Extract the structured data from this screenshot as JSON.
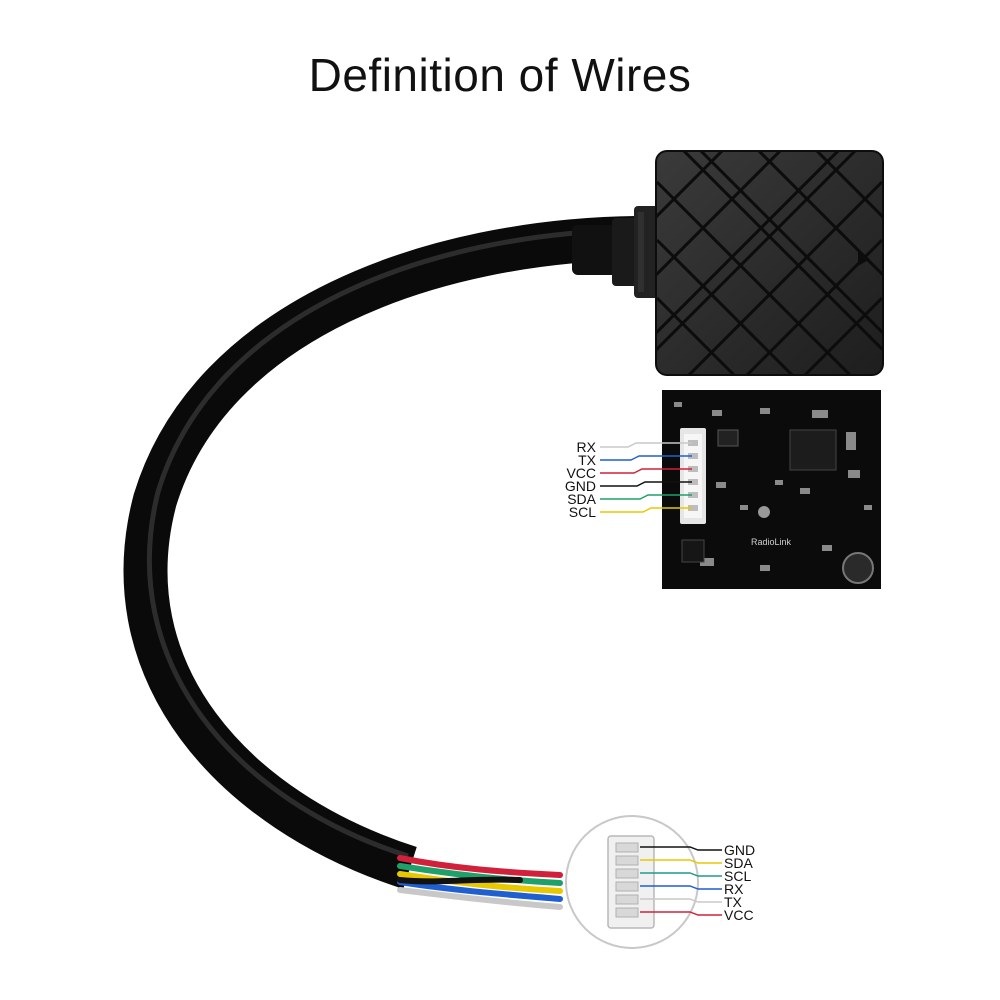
{
  "title": "Definition of Wires",
  "pcb": {
    "brand_text": "RadioLink",
    "pins": [
      {
        "name": "RX",
        "color": "#c8c8c8"
      },
      {
        "name": "TX",
        "color": "#1f5fd0"
      },
      {
        "name": "VCC",
        "color": "#d0203a"
      },
      {
        "name": "GND",
        "color": "#111111"
      },
      {
        "name": "SDA",
        "color": "#1fa06a"
      },
      {
        "name": "SCL",
        "color": "#e8c800"
      }
    ]
  },
  "connector": {
    "pins": [
      {
        "name": "GND",
        "color": "#111111"
      },
      {
        "name": "SDA",
        "color": "#e8c800"
      },
      {
        "name": "SCL",
        "color": "#1f9a8a"
      },
      {
        "name": "RX",
        "color": "#1f5fd0"
      },
      {
        "name": "TX",
        "color": "#c8c8c8"
      },
      {
        "name": "VCC",
        "color": "#d0203a"
      }
    ]
  }
}
